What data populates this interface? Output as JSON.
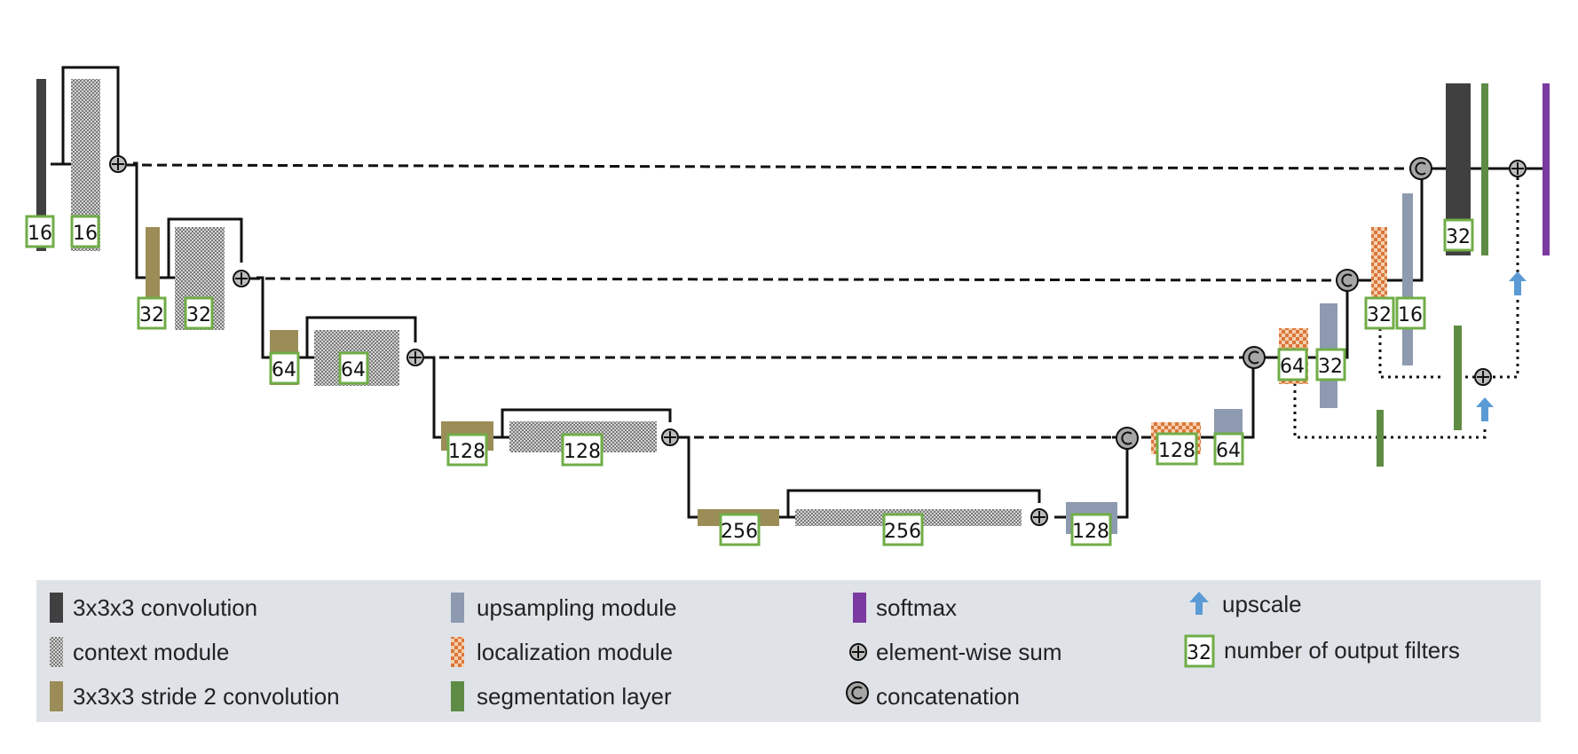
{
  "colors": {
    "conv": "#404040",
    "context": "#b8b8b8",
    "stride": "#9c8c58",
    "upsampling": "#8e9ab0",
    "localization": "#d9773a",
    "segmentation": "#5e8c44",
    "softmax": "#7b3aa0",
    "upscale": "#5b9bd5",
    "filter_box": "#70ad47",
    "legend_bg": "#dfe3e8"
  },
  "filters": {
    "enc1_conv": "16",
    "enc1_ctx": "16",
    "enc2_stride": "32",
    "enc2_ctx": "32",
    "enc3_stride": "64",
    "enc3_ctx": "64",
    "enc4_stride": "128",
    "enc4_ctx": "128",
    "enc5_stride": "256",
    "enc5_ctx": "256",
    "up1": "128",
    "loc1": "128",
    "up2": "64",
    "loc2": "64",
    "up3": "32",
    "loc3": "32",
    "up4": "16",
    "final_conv": "32"
  },
  "legend": {
    "conv": "3x3x3 convolution",
    "context": "context module",
    "stride": "3x3x3 stride 2 convolution",
    "upsampling": "upsampling  module",
    "localization": "localization  module",
    "segmentation": "segmentation layer",
    "softmax": "softmax",
    "sum": "element-wise sum",
    "concat": "concatenation",
    "upscale": "upscale",
    "filters_example": "32",
    "filters": "number  of output filters"
  }
}
